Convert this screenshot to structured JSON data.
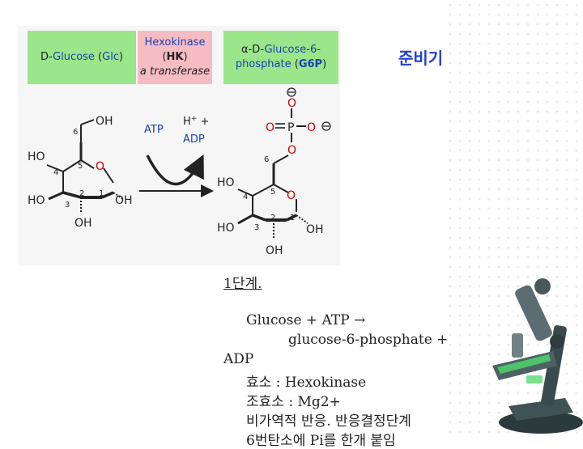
{
  "header": {
    "glucose": {
      "prefix": "D-",
      "name": "Glucose",
      "abbr_open": " (",
      "abbr": "Glc",
      "abbr_close": ")"
    },
    "enzyme": {
      "name": "Hexokinase",
      "abbr_open": "(",
      "abbr": "HK",
      "abbr_close": ")",
      "class": "a transferase"
    },
    "product": {
      "line1_prefix": "α-D-",
      "line1": "Glucose-6-",
      "line2": "phosphate",
      "abbr_open": " (",
      "abbr": "G6P",
      "abbr_close": ")"
    }
  },
  "reaction": {
    "atp": "ATP",
    "h_plus": "H",
    "h_sup": "+",
    "plus": " +",
    "adp": "ADP"
  },
  "glucose_structure": {
    "oh_6": "OH",
    "ho_4": "HO",
    "ho_3": "HO",
    "oh_2": "OH",
    "oh_1": "OH",
    "ring_o": "O",
    "c6": "6",
    "c5": "5",
    "c4": "4",
    "c3": "3",
    "c2": "2",
    "c1": "1"
  },
  "g6p_structure": {
    "o_top": "O",
    "minus": "−",
    "o_left": "O",
    "p": "P",
    "o_right": "O",
    "o_link": "O",
    "ho_4": "HO",
    "ho_3": "HO",
    "oh_2": "OH",
    "oh_1": "OH",
    "ring_o": "O",
    "c6": "6",
    "c5": "5",
    "c4": "4",
    "c3": "3",
    "c2": "2",
    "c1": "1"
  },
  "slide_title": "준비기",
  "notes": {
    "step": "1단계.",
    "eq_line1": "Glucose + ATP ",
    "eq_arrow": "→",
    "eq_line2": "glucose-6-phosphate +",
    "eq_line3": "ADP",
    "enzyme_line": "효소 : Hexokinase",
    "coenzyme_line": "조효소 : Mg2+",
    "irreversible_line": "비가역적 반응. 반응결정단계",
    "last_line": "6번탄소에 Pi를 한개 붙임"
  },
  "colors": {
    "header_green": "#9be68a",
    "header_pink": "#f6bcc4",
    "title_blue": "#1f3fd0",
    "label_blue": "#1a3fb5",
    "oxygen_red": "#cc0000"
  }
}
